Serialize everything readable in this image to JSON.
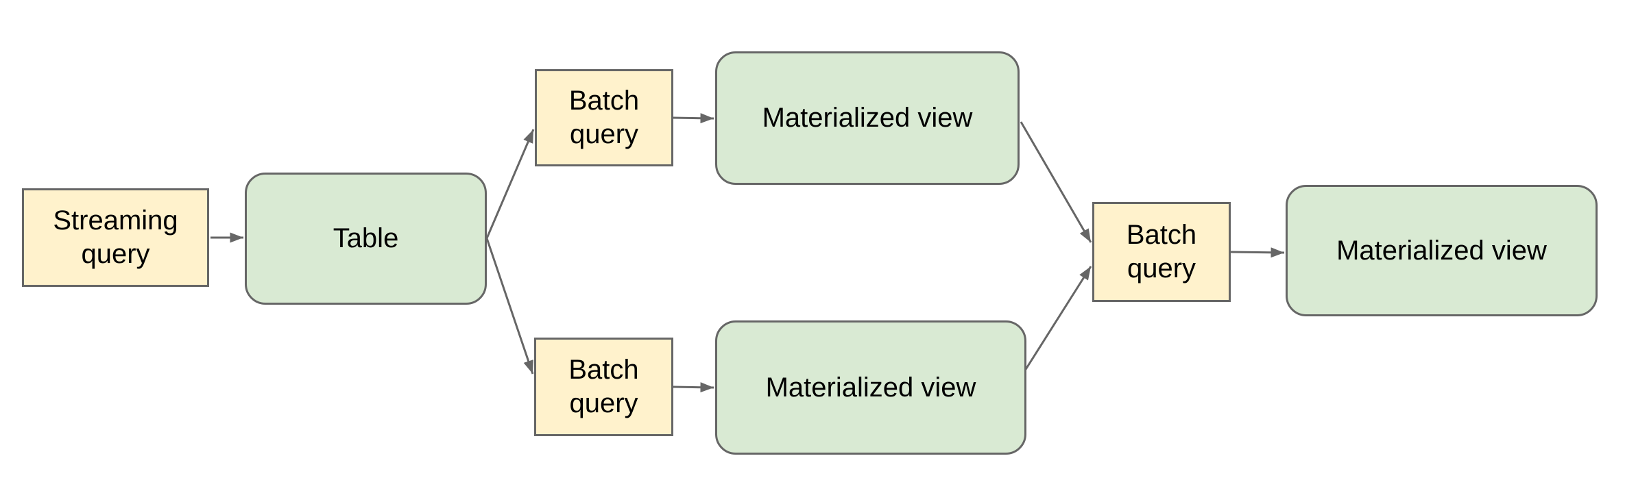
{
  "diagram": {
    "colors": {
      "query_fill": "#fff2cc",
      "view_fill": "#d9ead3",
      "border": "#666666",
      "arrow": "#666666",
      "text": "#000000"
    },
    "nodes": [
      {
        "id": "streaming-query",
        "label": "Streaming query",
        "kind": "query"
      },
      {
        "id": "table",
        "label": "Table",
        "kind": "view"
      },
      {
        "id": "batch-query-top",
        "label": "Batch query",
        "kind": "query"
      },
      {
        "id": "materialized-view-top",
        "label": "Materialized view",
        "kind": "view"
      },
      {
        "id": "batch-query-bottom",
        "label": "Batch query",
        "kind": "query"
      },
      {
        "id": "materialized-view-bottom",
        "label": "Materialized view",
        "kind": "view"
      },
      {
        "id": "batch-query-right",
        "label": "Batch query",
        "kind": "query"
      },
      {
        "id": "materialized-view-final",
        "label": "Materialized view",
        "kind": "view"
      }
    ],
    "edges": [
      {
        "from": "streaming-query",
        "to": "table"
      },
      {
        "from": "table",
        "to": "batch-query-top"
      },
      {
        "from": "table",
        "to": "batch-query-bottom"
      },
      {
        "from": "batch-query-top",
        "to": "materialized-view-top"
      },
      {
        "from": "batch-query-bottom",
        "to": "materialized-view-bottom"
      },
      {
        "from": "materialized-view-top",
        "to": "batch-query-right"
      },
      {
        "from": "materialized-view-bottom",
        "to": "batch-query-right"
      },
      {
        "from": "batch-query-right",
        "to": "materialized-view-final"
      }
    ]
  }
}
